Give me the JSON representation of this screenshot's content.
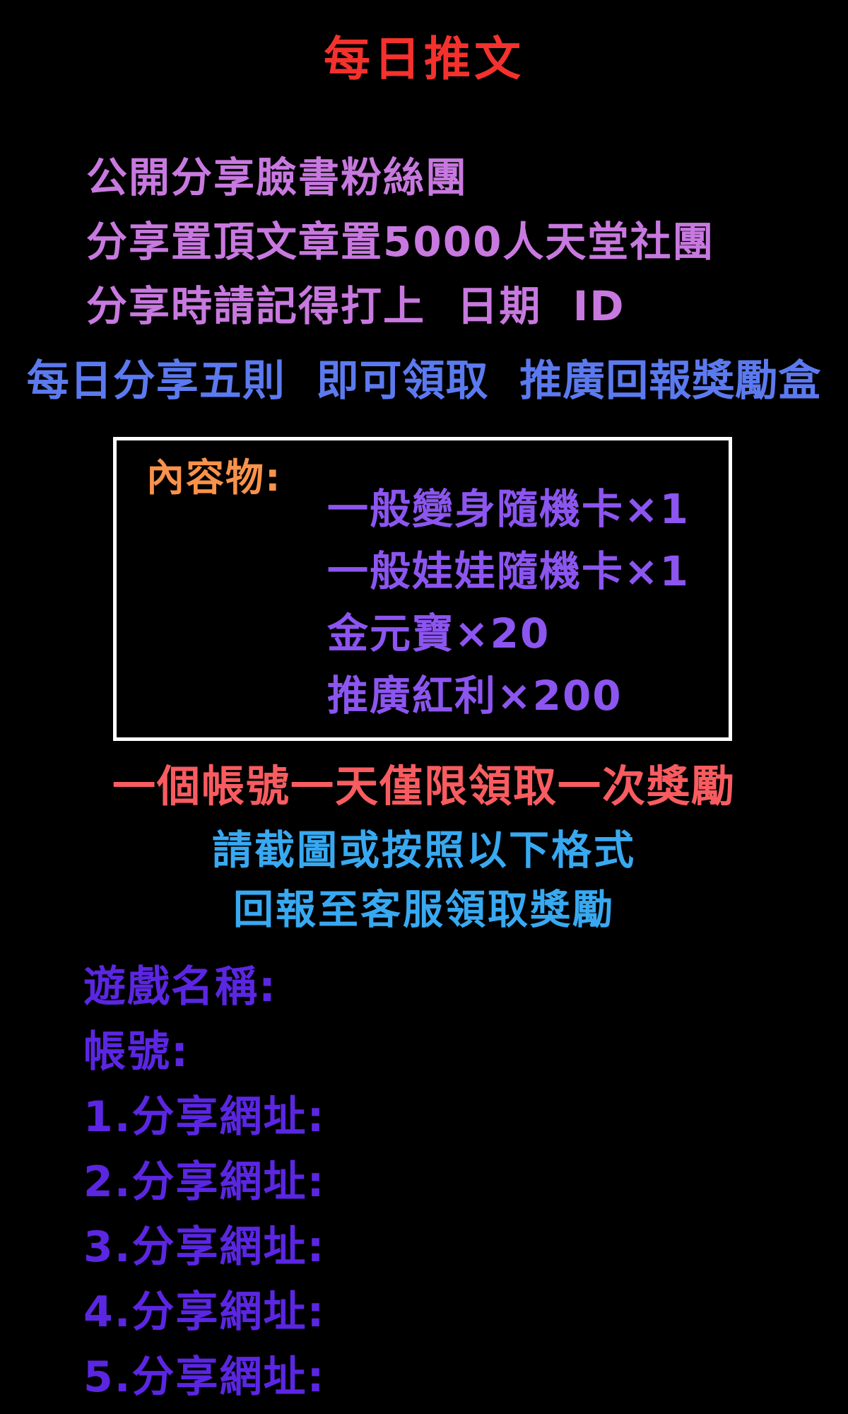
{
  "page": {
    "background_color": "#000000"
  },
  "title": {
    "text": "每日推文",
    "color": "#F5312D"
  },
  "intro": {
    "color": "#C879DF",
    "lines": [
      "公開分享臉書粉絲團",
      "分享置頂文章置5000人天堂社團",
      "分享時請記得打上  日期  ID"
    ]
  },
  "banner": {
    "text": "每日分享五則  即可領取  推廣回報獎勵盒",
    "color": "#5C7AEF"
  },
  "reward_box": {
    "border_color": "#FFFFFF",
    "label": {
      "text": "內容物:",
      "color": "#F9924A"
    },
    "items": {
      "color": "#8C55F0",
      "lines": [
        "一般變身隨機卡×1",
        "一般娃娃隨機卡×1",
        "金元寶×20",
        "推廣紅利×200"
      ]
    }
  },
  "limit_notice": {
    "text": "一個帳號一天僅限領取一次獎勵",
    "color": "#F85C60"
  },
  "instructions": {
    "color": "#38A9F1",
    "lines": [
      "請截圖或按照以下格式",
      "回報至客服領取獎勵"
    ]
  },
  "report_form": {
    "color": "#5B26E2",
    "lines": [
      "遊戲名稱:",
      "帳號:",
      "1.分享網址:",
      "2.分享網址:",
      "3.分享網址:",
      "4.分享網址:",
      "5.分享網址:"
    ]
  }
}
